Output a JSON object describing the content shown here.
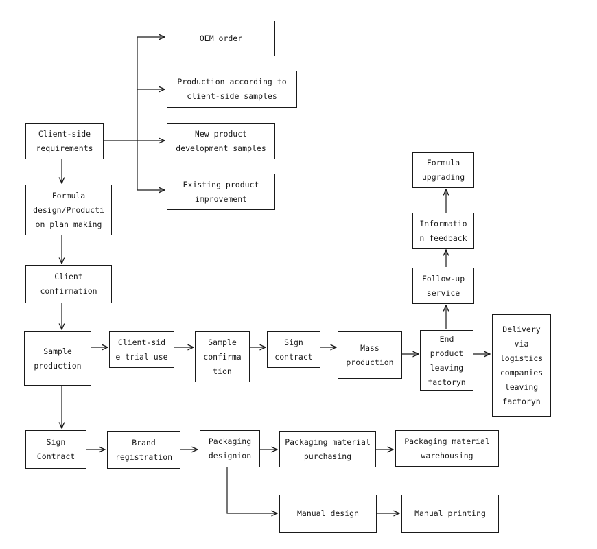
{
  "nodes": {
    "oem_order": "OEM order",
    "production_samples": "Production according to\nclient-side samples",
    "new_product": "New product\ndevelopment samples",
    "existing_product": "Existing product\nimprovement",
    "client_requirements": "Client-side\nrequirements",
    "formula_design": "Formula\ndesign/Producti\non plan making",
    "client_confirmation": "Client\nconfirmation",
    "sample_production": "Sample\nproduction",
    "client_trial": "Client-sid\ne trial use",
    "sample_confirmation": "Sample\nconfirma\ntion",
    "sign_contract_1": "Sign\ncontract",
    "mass_production": "Mass\nproduction",
    "end_product": "End\nproduct\nleaving\nfactoryn",
    "delivery": "Delivery\nvia\nlogistics\ncompanies\nleaving\nfactoryn",
    "followup_service": "Follow-up\nservice",
    "information_feedback": "Informatio\nn feedback",
    "formula_upgrading": "Formula\nupgrading",
    "sign_contract_2": "Sign\nContract",
    "brand_registration": "Brand\nregistration",
    "packaging_design": "Packaging\ndesignion",
    "packaging_purchasing": "Packaging material\npurchasing",
    "packaging_warehousing": "Packaging material\nwarehousing",
    "manual_design": "Manual design",
    "manual_printing": "Manual printing"
  },
  "colors": {
    "line": "#1a1a1a",
    "box_border": "#1a1a1a",
    "background": "#ffffff"
  }
}
